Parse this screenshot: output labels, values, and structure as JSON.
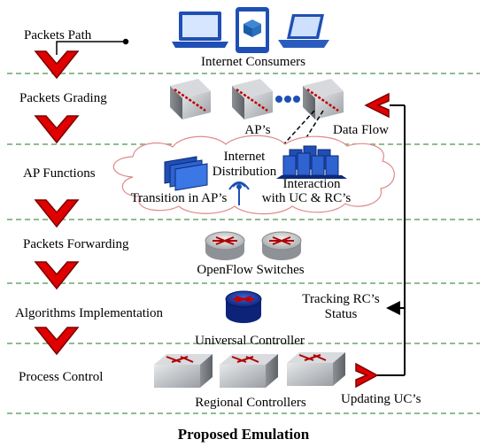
{
  "left_steps": [
    "Packets Path",
    "Packets Grading",
    "AP Functions",
    "Packets Forwarding",
    "Algorithms Implementation",
    "Process Control"
  ],
  "labels": {
    "internet_consumers": "Internet Consumers",
    "aps": "AP’s",
    "data_flow": "Data Flow",
    "internet_distribution_1": "Internet",
    "internet_distribution_2": "Distribution",
    "interaction_1": "Interaction",
    "interaction_2": "with UC & RC’s",
    "transition": "Transition in AP’s",
    "openflow_switches": "OpenFlow Switches",
    "tracking_1": "Tracking RC’s",
    "tracking_2": "Status",
    "universal_controller": "Universal Controller",
    "regional_controllers": "Regional Controllers",
    "updating": "Updating UC’s"
  },
  "caption": "Proposed Emulation",
  "colors": {
    "chevron": "#e00000",
    "chevron_dark": "#7a0000",
    "divider": "#8fbc8f",
    "cloud_stroke": "#e08a8a",
    "device_blue": "#1f4fb4",
    "server_gray": "#b9bcc0"
  }
}
